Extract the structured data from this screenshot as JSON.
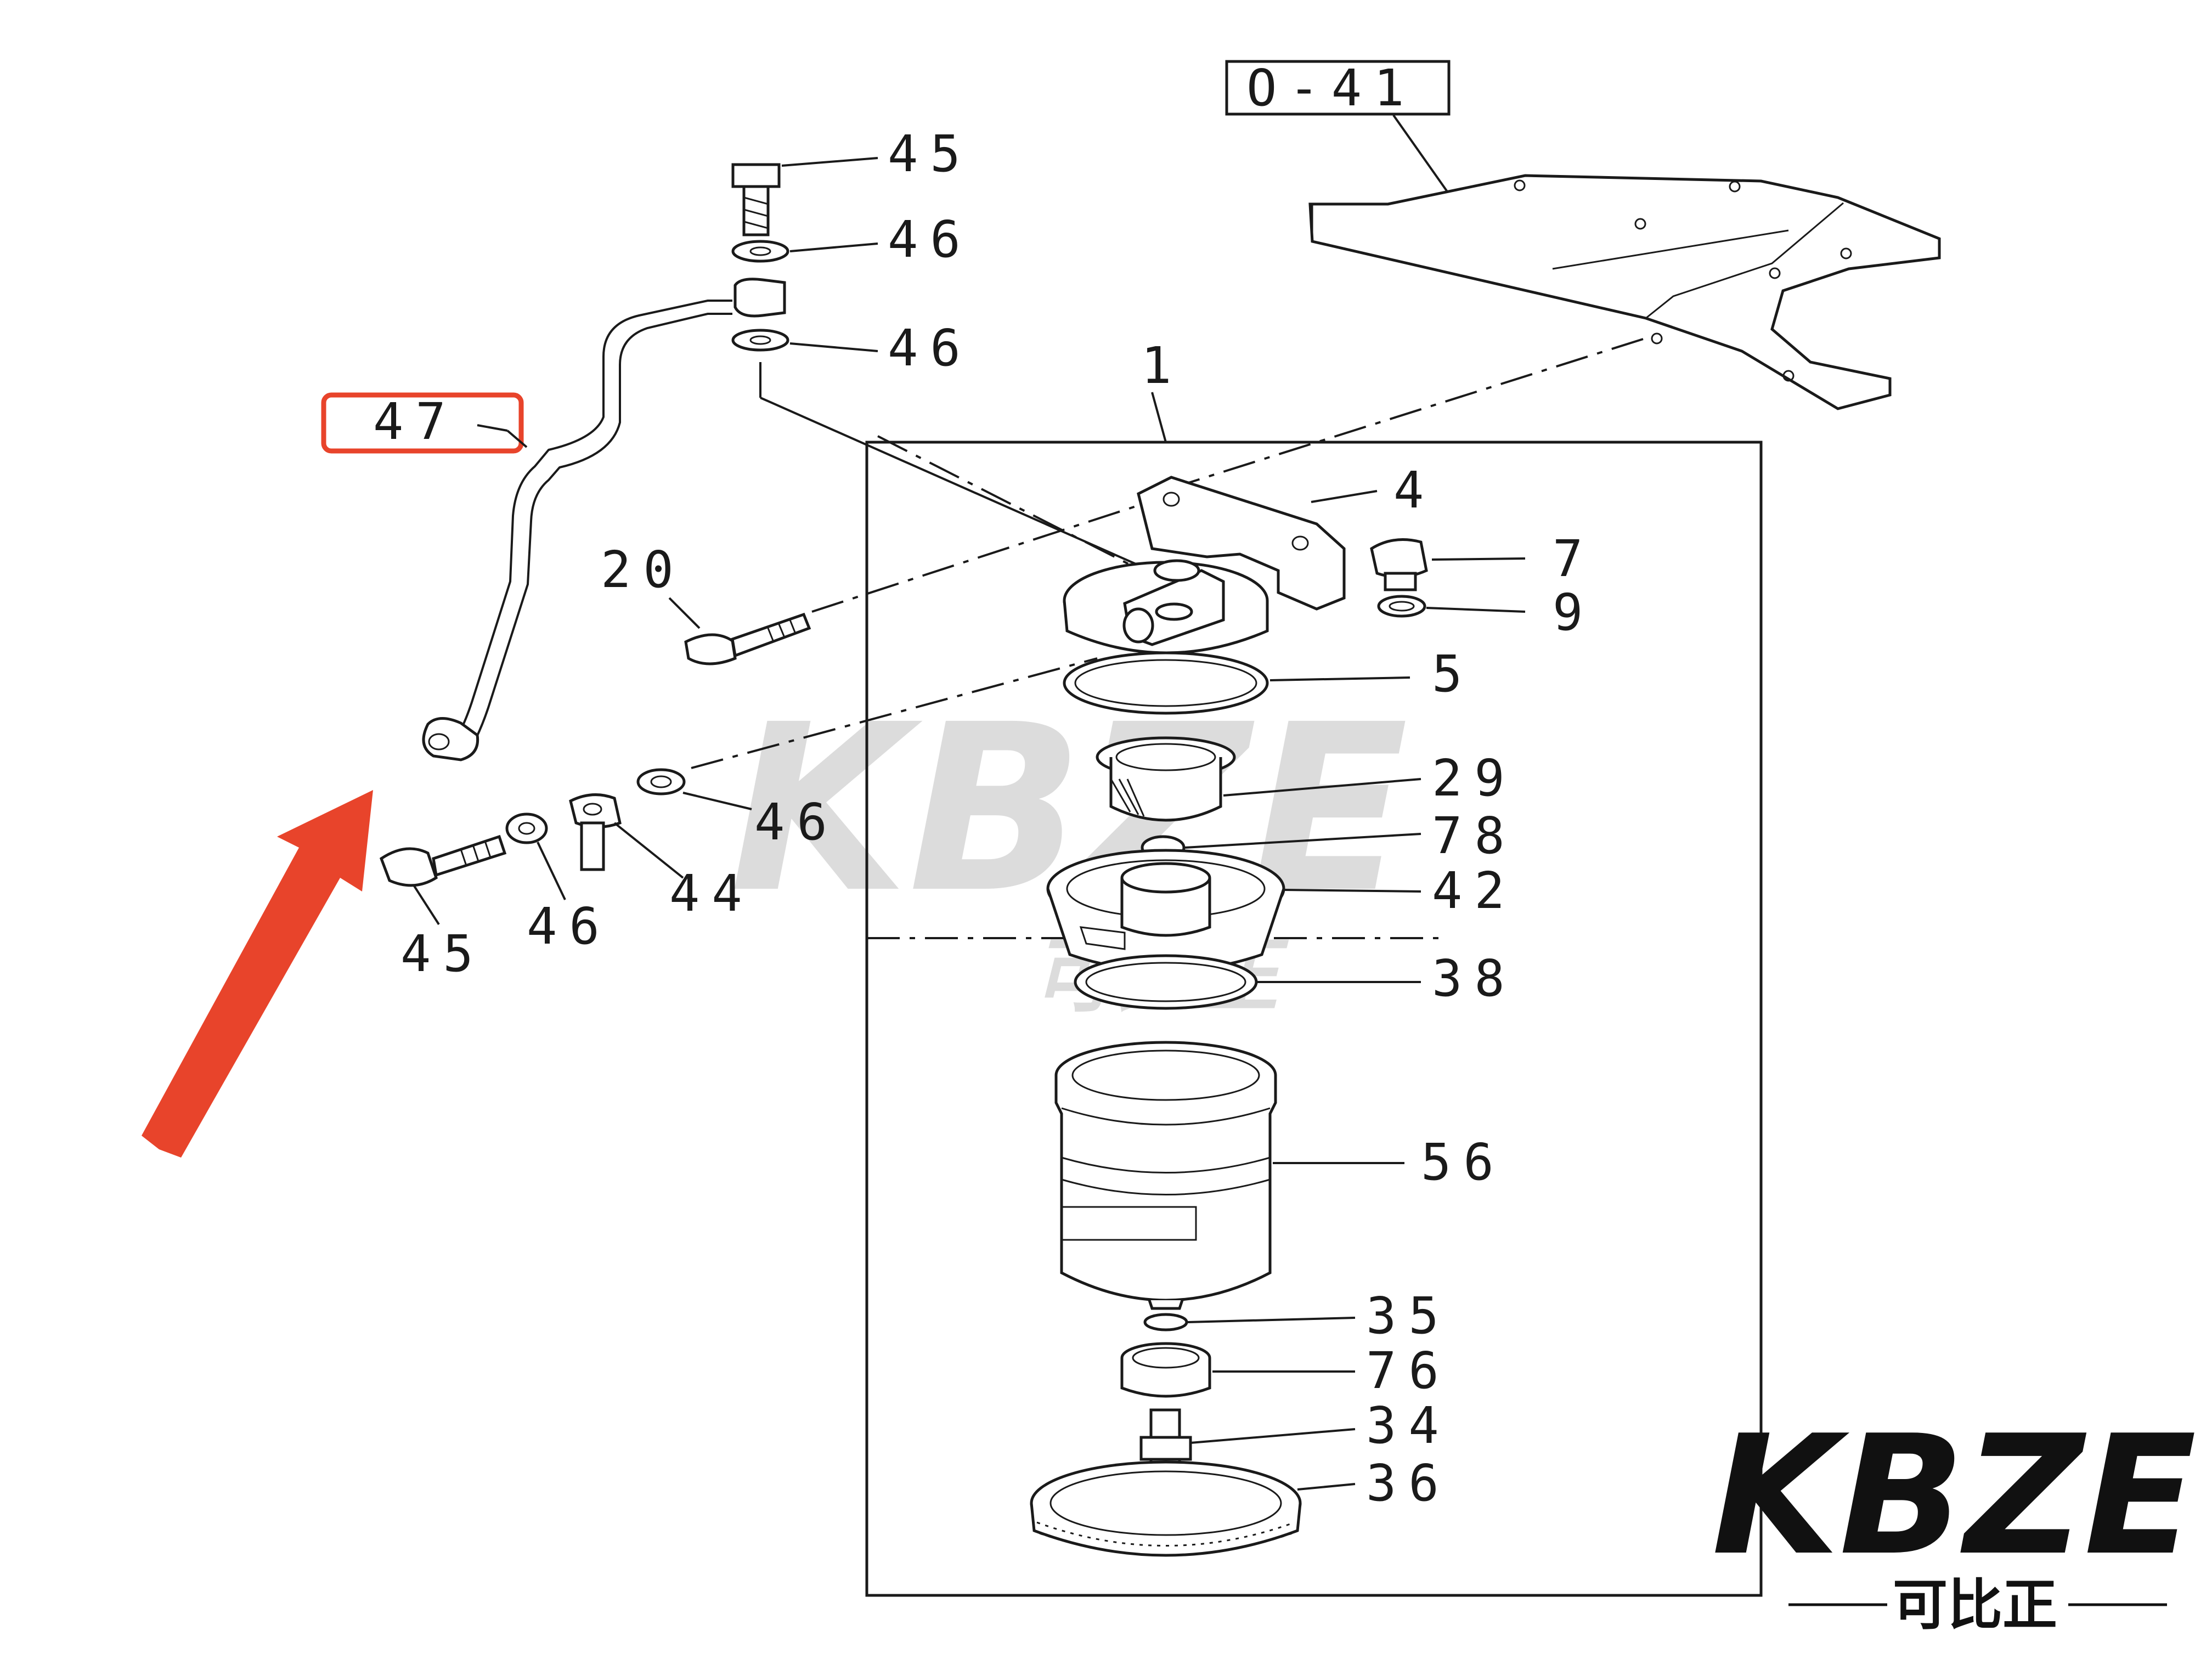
{
  "reference_label": "O-41",
  "highlighted_part": "47",
  "part_labels": {
    "p45a": "45",
    "p46a": "46",
    "p46b": "46",
    "p1": "1",
    "p47": "47",
    "p4": "4",
    "p20": "20",
    "p7": "7",
    "p9": "9",
    "p5": "5",
    "p29": "29",
    "p46c": "46",
    "p78": "78",
    "p44": "44",
    "p42": "42",
    "p46d": "46",
    "p45b": "45",
    "p38": "38",
    "p56": "56",
    "p35": "35",
    "p76": "76",
    "p34": "34",
    "p36": "36"
  },
  "watermark": {
    "main": "KBZE",
    "sub": "可比正"
  },
  "logo": {
    "main": "KBZE",
    "sub": "可比正"
  },
  "colors": {
    "highlight": "#e8442b",
    "arrow": "#e8442b",
    "line": "#1a1a1a"
  }
}
